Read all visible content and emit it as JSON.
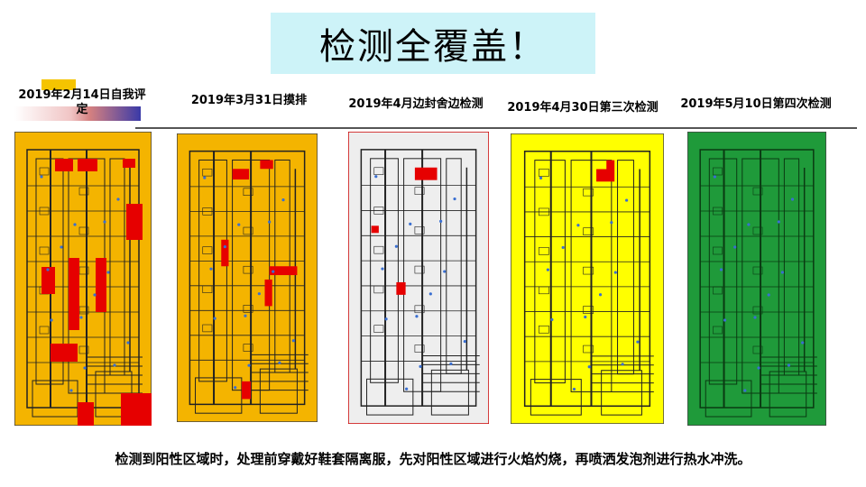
{
  "title": "检测全覆盖！",
  "plans": [
    {
      "label": "2019年2月14日自我评定",
      "fill": "#f4b400",
      "mark": "#e60000"
    },
    {
      "label": "2019年3月31日摸排",
      "fill": "#f4b400",
      "mark": "#e60000"
    },
    {
      "label": "2019年4月边封舍边检测",
      "fill": "#eeeeee",
      "mark": "#e60000"
    },
    {
      "label": "2019年4月30日第三次检测",
      "fill": "#ffff00",
      "mark": "#e60000"
    },
    {
      "label": "2019年5月10日第四次检测",
      "fill": "#1f9a3a",
      "mark": "#e60000"
    }
  ],
  "caption": "检测到阳性区域时，处理前穿戴好鞋套隔离服，先对阳性区域进行火焰灼烧，再喷洒发泡剂进行热水冲洗。"
}
